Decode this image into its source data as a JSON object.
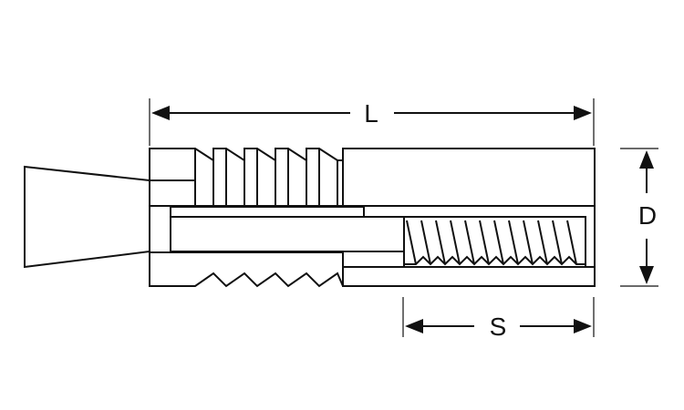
{
  "dimensions": {
    "length_label": "L",
    "diameter_label": "D",
    "thread_label": "S"
  },
  "colors": {
    "stroke": "#111111",
    "background": "#ffffff"
  }
}
